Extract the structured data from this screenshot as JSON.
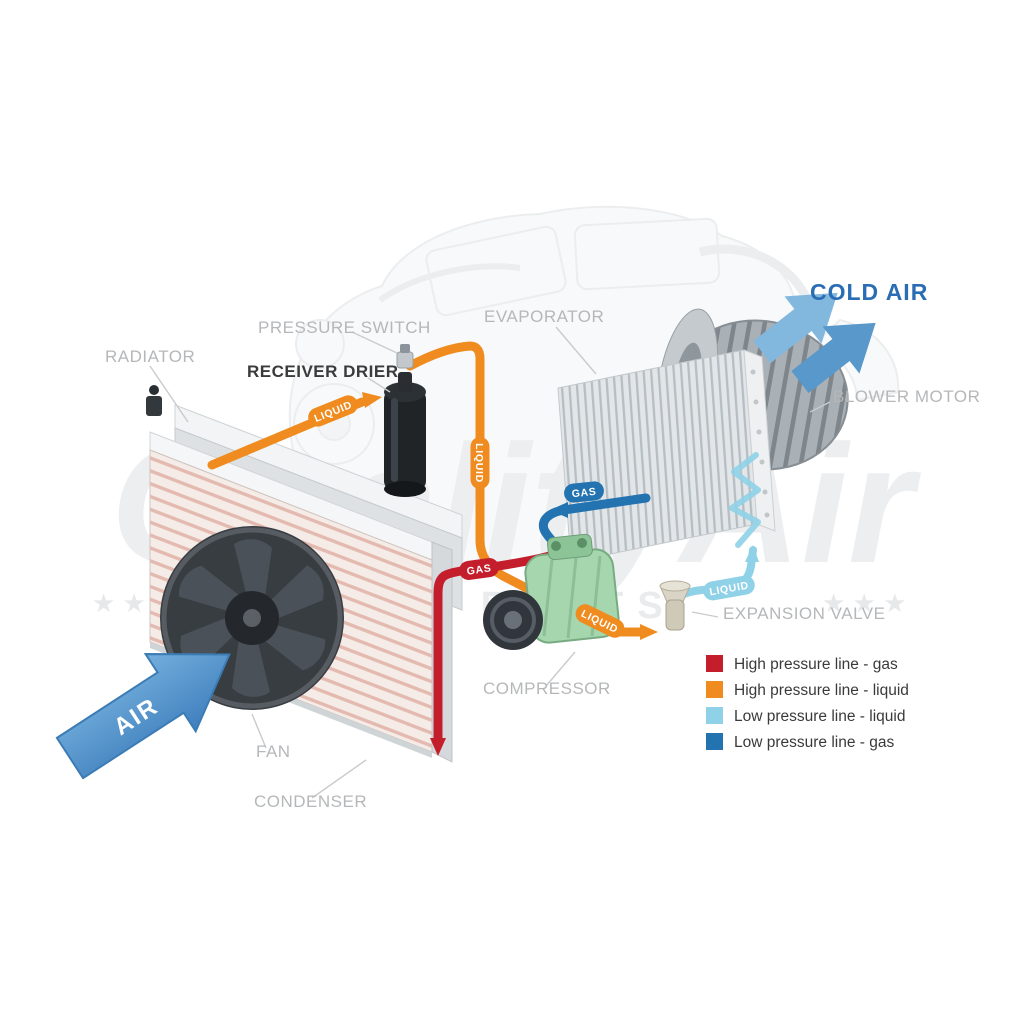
{
  "diagram": {
    "component_labels": {
      "radiator": "RADIATOR",
      "pressure_switch": "PRESSURE SWITCH",
      "receiver_drier": "RECEIVER DRIER",
      "evaporator": "EVAPORATOR",
      "cold_air": "COLD AIR",
      "blower_motor": "BLOWER MOTOR",
      "expansion_valve": "EXPANSION VALVE",
      "compressor": "COMPRESSOR",
      "fan": "FAN",
      "condenser": "CONDENSER",
      "air_flow": "AIR"
    },
    "pipe_labels": {
      "condenser_to_drier": "LIQUID",
      "drier_downpipe": "LIQUID",
      "suction_line": "GAS",
      "discharge_line": "GAS",
      "valve_to_evaporator": "LIQUID",
      "drier_to_valve": "LIQUID"
    },
    "legend": [
      {
        "label": "High pressure line - gas",
        "color": "#c41e2d"
      },
      {
        "label": "High pressure line - liquid",
        "color": "#ef8b1f"
      },
      {
        "label": "Low pressure line - liquid",
        "color": "#8fd2e8"
      },
      {
        "label": "Low pressure line -  gas",
        "color": "#2273b0"
      }
    ],
    "watermark": {
      "brand": "QualityAir",
      "sub": "AUTO PARTS",
      "stars_left": "★ ★ ★",
      "stars_right": "★ ★ ★"
    }
  }
}
